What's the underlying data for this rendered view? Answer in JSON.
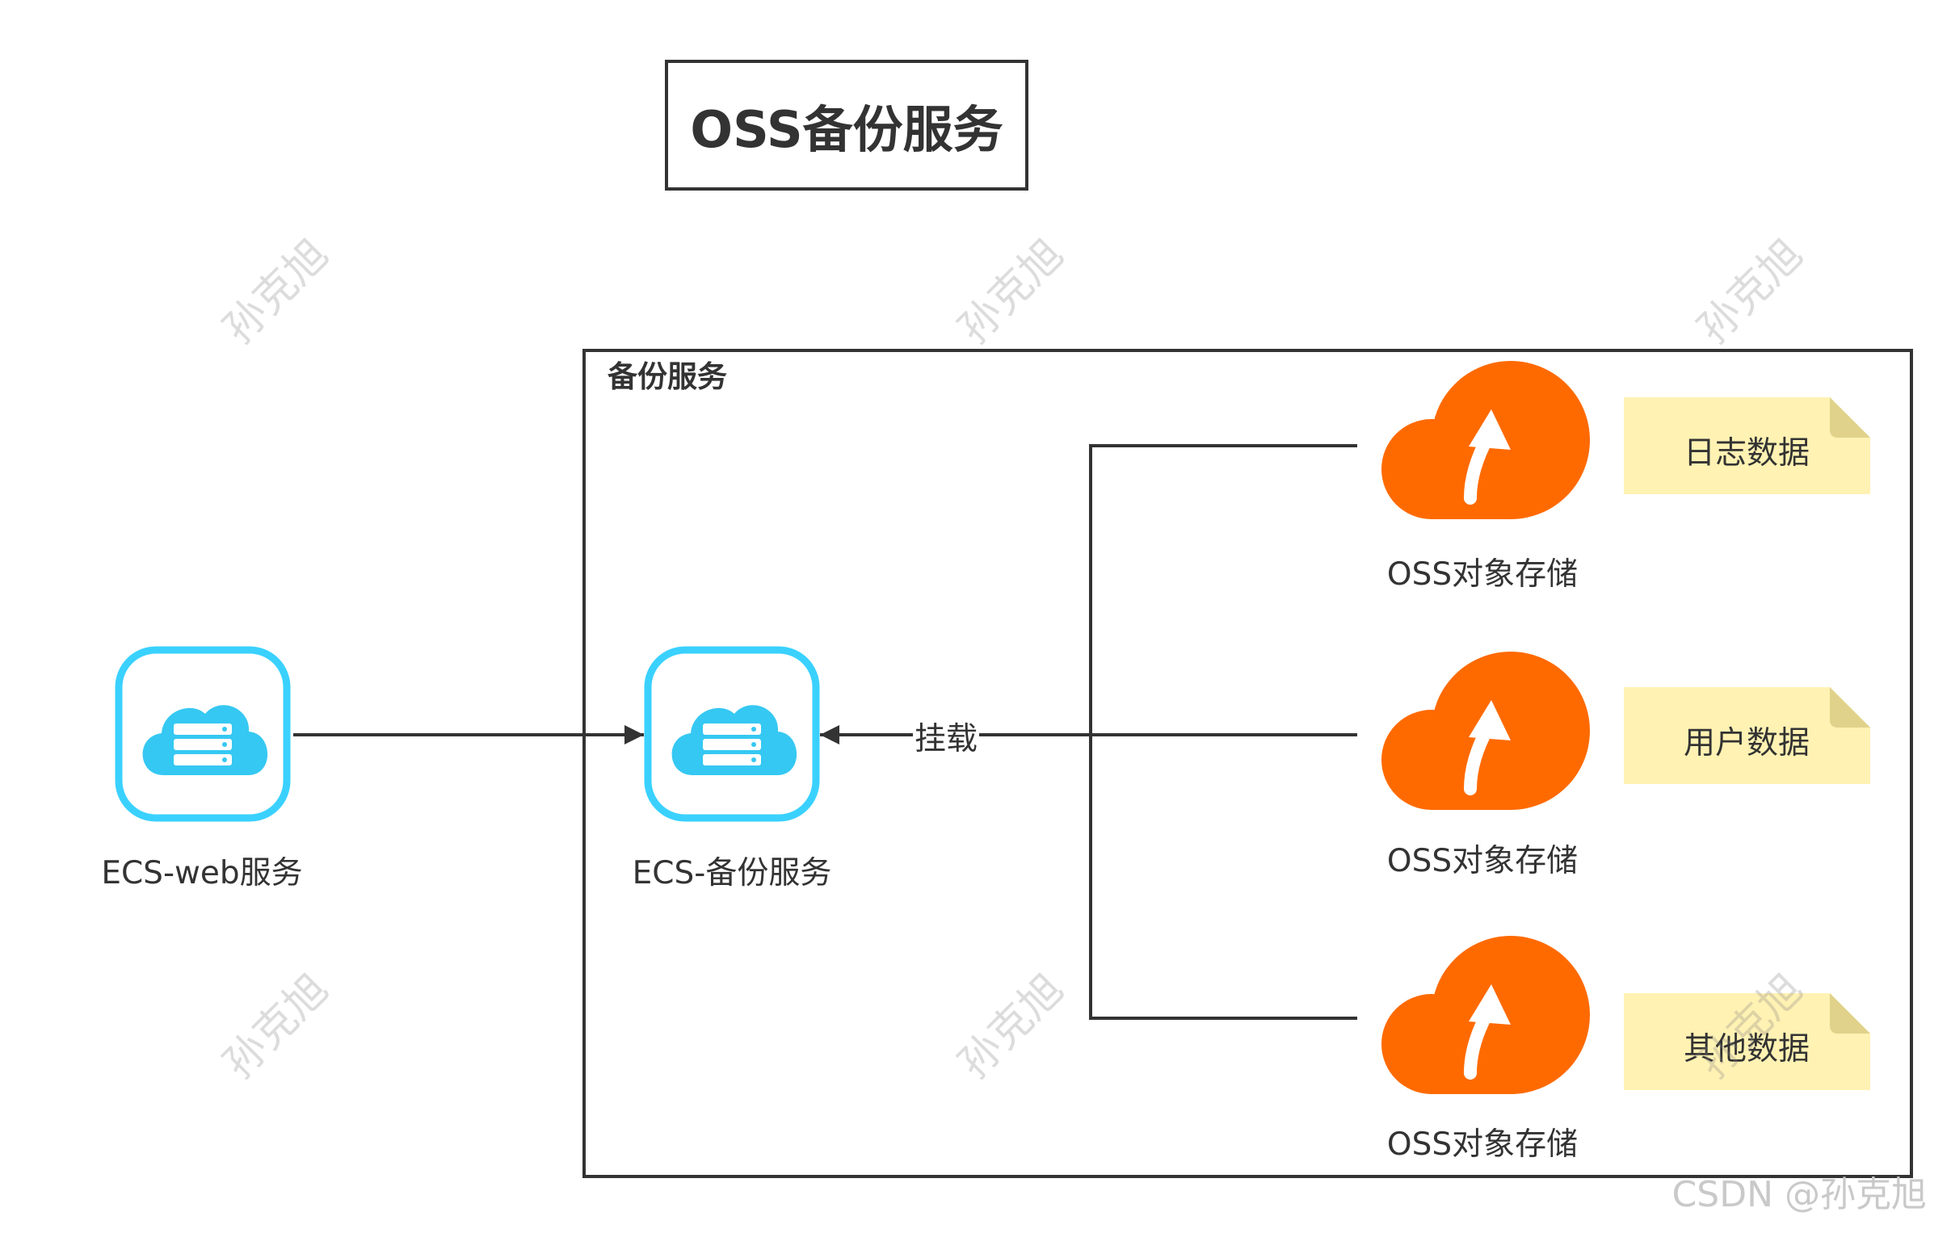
{
  "title": "OSS备份服务",
  "group_label": "备份服务",
  "nodes": {
    "ecs_web": "ECS-web服务",
    "ecs_backup": "ECS-备份服务",
    "oss": [
      "OSS对象存储",
      "OSS对象存储",
      "OSS对象存储"
    ]
  },
  "notes": [
    "日志数据",
    "用户数据",
    "其他数据"
  ],
  "edge_label": "挂载",
  "watermark": "孙克旭",
  "footer": "CSDN @孙克旭",
  "colors": {
    "line": "#333333",
    "ecs_frame": "#3ad1ff",
    "ecs_cloud": "#35c8f2",
    "oss_orange": "#ff6a00",
    "note_fill": "#fff2b3",
    "note_fold": "#e0d28a"
  },
  "icons": {
    "ecs": "ecs-cloud-server-icon",
    "oss": "oss-cloud-upload-icon"
  }
}
